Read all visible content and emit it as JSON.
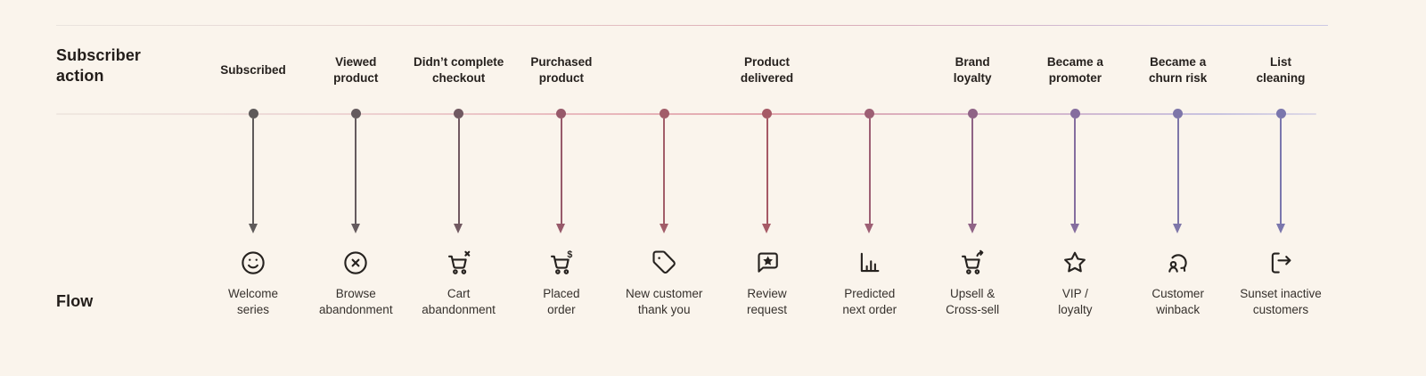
{
  "colors": {
    "background": "#faf4ec",
    "heading_text": "#221d1a",
    "action_text": "#26211e",
    "flow_text": "#36312d",
    "icon": "#26221f",
    "gradient_left_gray": "#5e5a5a",
    "gradient_mid_maroon": "#a65a66",
    "gradient_right_purple": "#7a76ad"
  },
  "labels": {
    "subscriber_action": "Subscriber\naction",
    "flow": "Flow"
  },
  "columns": [
    {
      "action": "Subscribed",
      "flow": "Welcome\nseries",
      "icon": "smile-icon",
      "color": "#5e5a5a"
    },
    {
      "action": "Viewed\nproduct",
      "flow": "Browse\nabandonment",
      "icon": "circle-x-icon",
      "color": "#655b5e"
    },
    {
      "action": "Didn’t complete\ncheckout",
      "flow": "Cart\nabandonment",
      "icon": "cart-x-icon",
      "color": "#715961"
    },
    {
      "action": "Purchased\nproduct",
      "flow": "Placed\norder",
      "icon": "cart-dollar-icon",
      "color": "#97596a"
    },
    {
      "action": "",
      "flow": "New customer\nthank you",
      "icon": "tag-icon",
      "color": "#a25d69"
    },
    {
      "action": "Product\ndelivered",
      "flow": "Review\nrequest",
      "icon": "message-star-icon",
      "color": "#a65a66"
    },
    {
      "action": "",
      "flow": "Predicted\nnext order",
      "icon": "bar-chart-icon",
      "color": "#9d5f74"
    },
    {
      "action": "Brand\nloyalty",
      "flow": "Upsell &\nCross-sell",
      "icon": "cart-up-icon",
      "color": "#8f6386"
    },
    {
      "action": "Became a\npromoter",
      "flow": "VIP /\nloyalty",
      "icon": "star-icon",
      "color": "#856d9e"
    },
    {
      "action": "Became a\nchurn risk",
      "flow": "Customer\nwinback",
      "icon": "user-rotate-icon",
      "color": "#7e76a9"
    },
    {
      "action": "List\ncleaning",
      "flow": "Sunset inactive\ncustomers",
      "icon": "logout-icon",
      "color": "#7a76ad"
    }
  ]
}
